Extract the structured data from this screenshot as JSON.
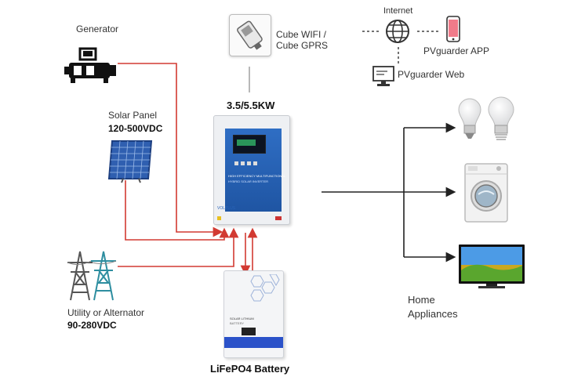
{
  "colors": {
    "ac_line": "#d23a32",
    "output_line": "#222222",
    "network_line": "#444444",
    "inverter_blue": "#2a64b8",
    "battery_blue": "#2b52c9"
  },
  "generator": {
    "label": "Generator",
    "icon": "generator-icon"
  },
  "solar": {
    "label": "Solar Panel",
    "voltage": "120-500VDC",
    "icon": "solar-panel-icon"
  },
  "utility": {
    "label": "Utility or Alternator",
    "voltage": "90-280VDC",
    "icon": "transmission-tower-icon"
  },
  "wifi": {
    "line1": "Cube WIFI /",
    "line2": "Cube GPRS",
    "icon": "wifi-module-icon"
  },
  "network": {
    "internet": "Internet",
    "app": "PVguarder APP",
    "web": "PVguarder Web",
    "icons": [
      "globe-icon",
      "smartphone-icon",
      "computer-icon"
    ]
  },
  "inverter": {
    "rating": "3.5/5.5KW",
    "panel_line1": "HIGH EFFICIENCY MULTIFUNCTIONAL",
    "panel_line2": "HYBRID SOLAR INVERTER",
    "brand": "VOLPLUS"
  },
  "battery": {
    "label": "LiFePO4 Battery",
    "panel_line1": "SOLAR LITHIUM",
    "panel_line2": "BATTERY"
  },
  "appliances": {
    "line1": "Home",
    "line2": "Appliances",
    "icons": [
      "light-bulb-icon",
      "washing-machine-icon",
      "television-icon"
    ]
  }
}
